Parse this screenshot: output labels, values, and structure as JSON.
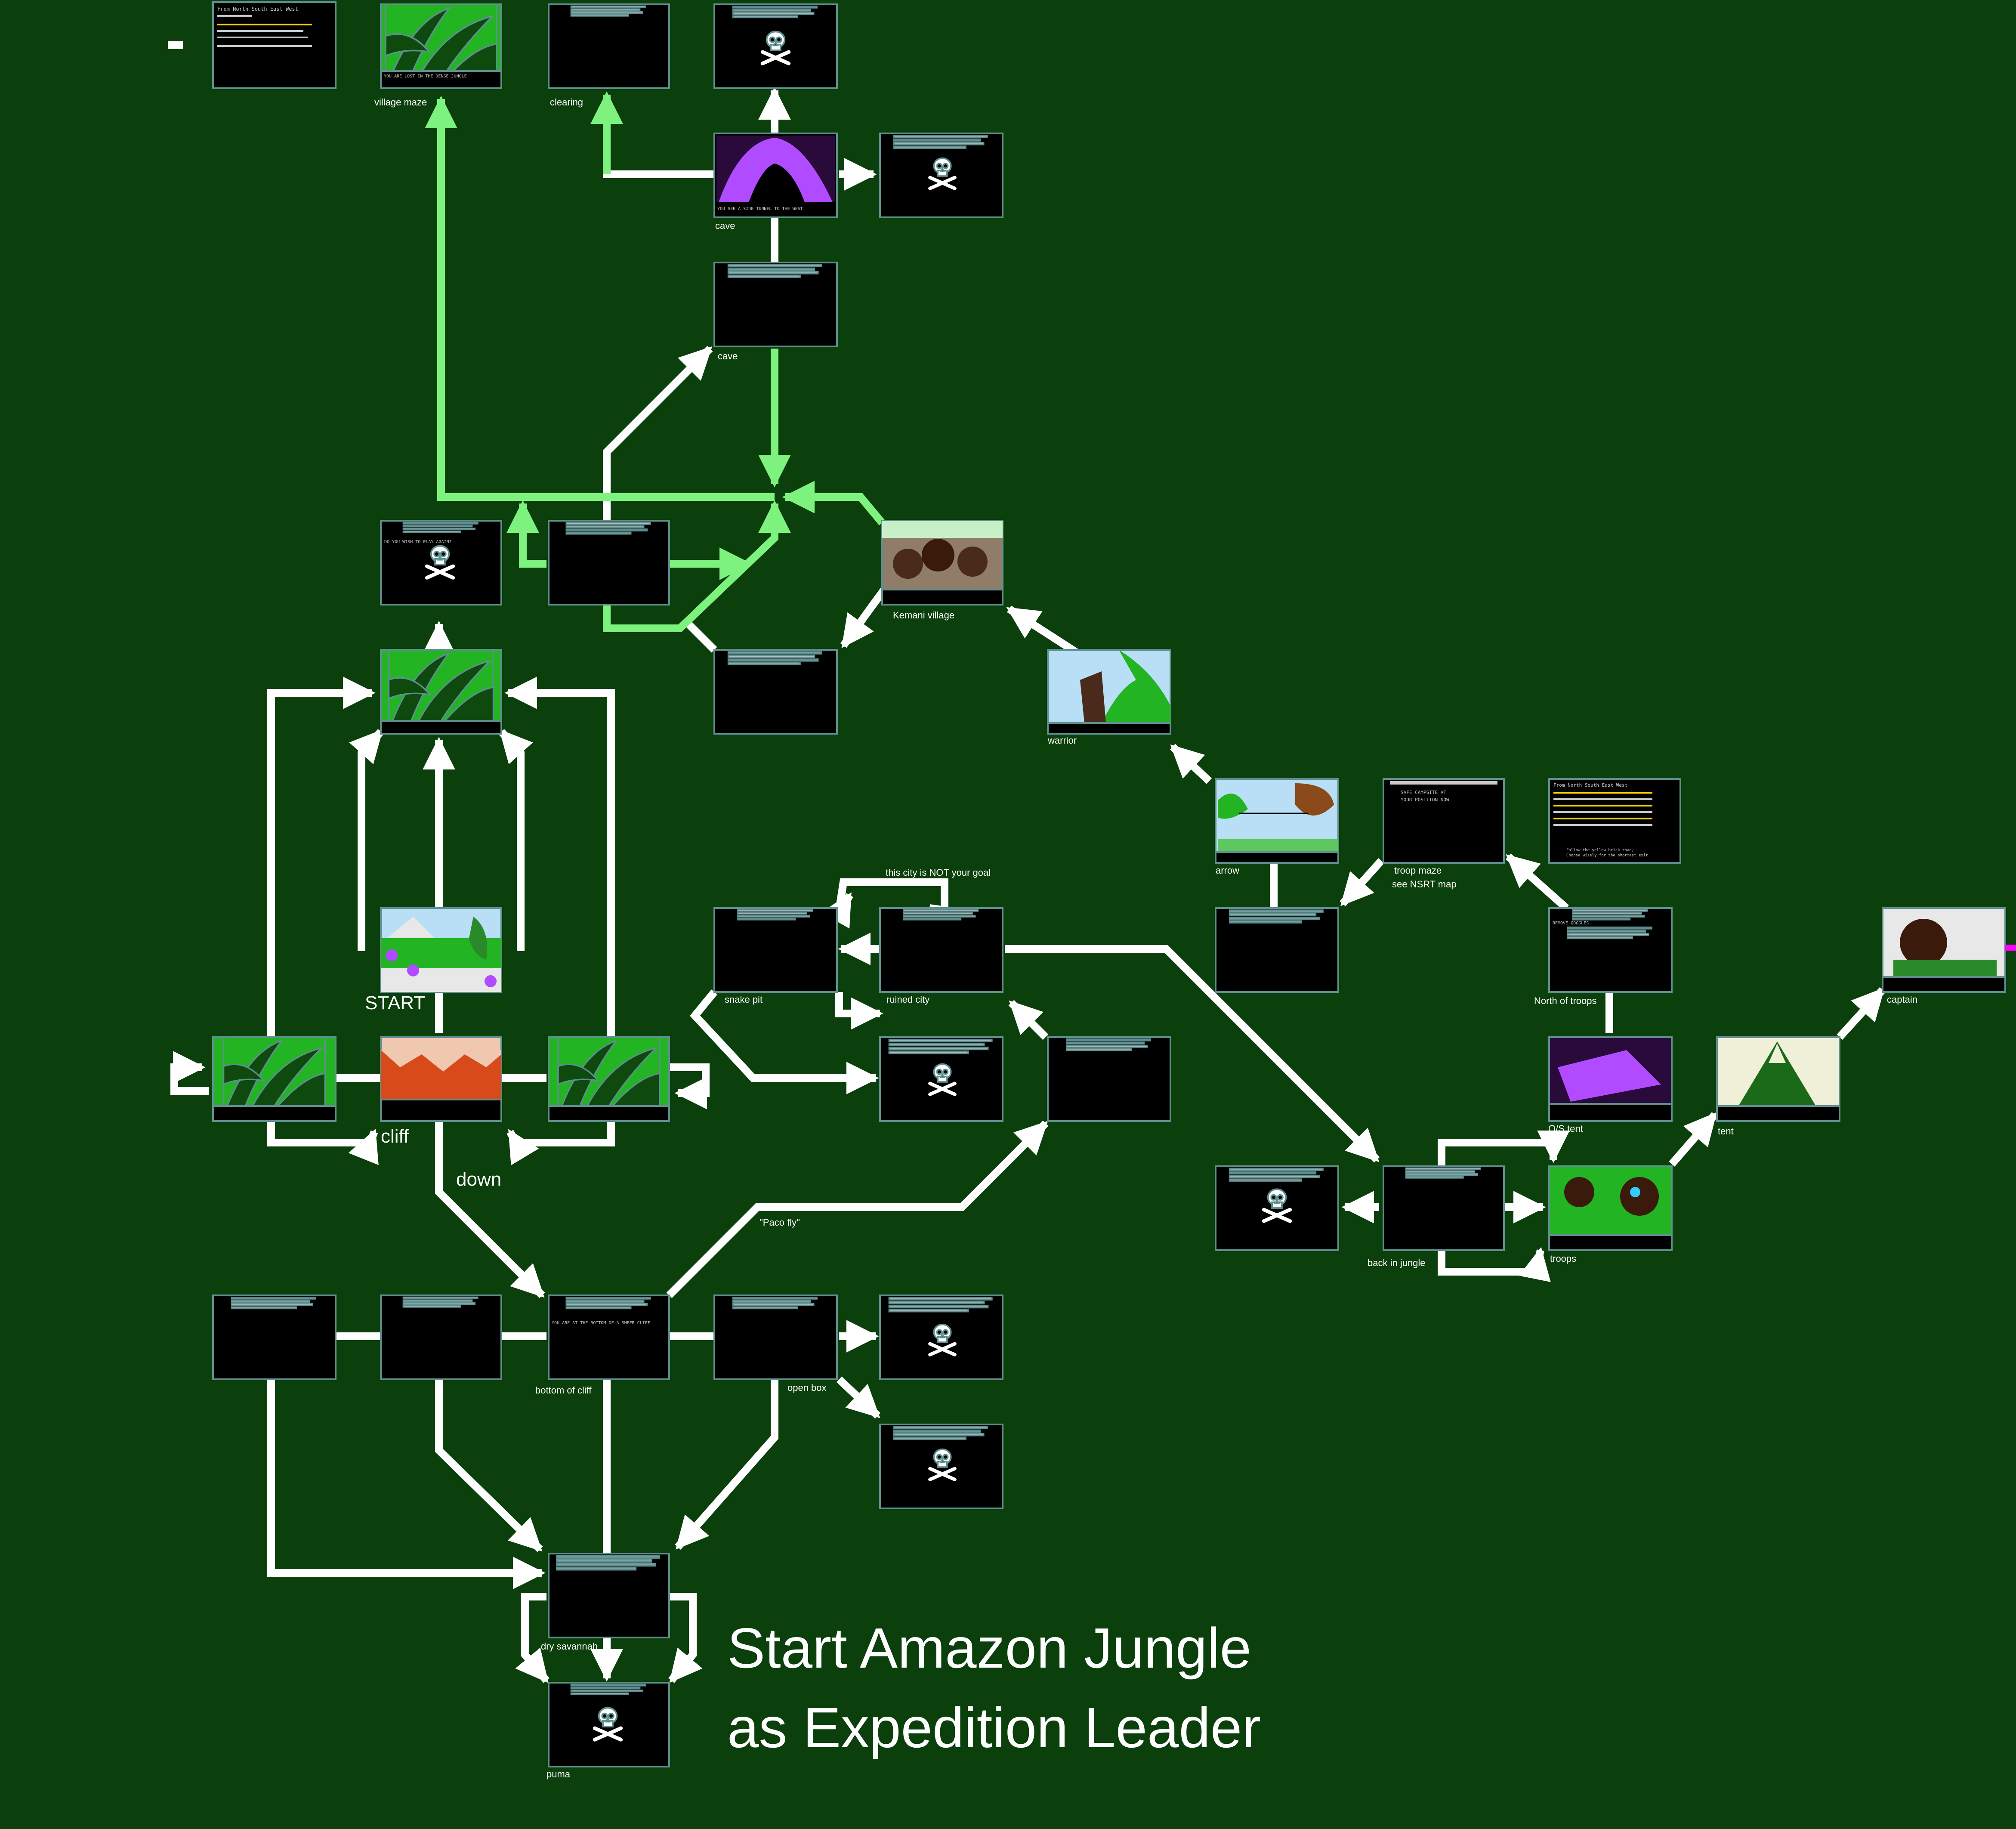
{
  "colors": {
    "background": "#0b3f0b",
    "arrow": "#ffffff",
    "path_highlight": "#7ef27e",
    "screen_border": "#5f8f8f",
    "screen": "#000000",
    "jungle": "#22b422",
    "mouth": "#ff00ff"
  },
  "title": {
    "line1": "Start Amazon Jungle",
    "line2": "as Expedition Leader"
  },
  "labels": {
    "village_maze": "village maze",
    "clearing": "clearing",
    "cave_top": "cave",
    "cave_mid": "cave",
    "kemani_village": "Kemani village",
    "warrior": "warrior",
    "arrow": "arrow",
    "troop_maze": "troop maze",
    "see_nsrt_map": "see NSRT map",
    "start": "START",
    "cliff": "cliff",
    "down": "down",
    "snake_pit": "snake pit",
    "ruined_city": "ruined city",
    "city_not_goal": "this city is NOT your goal",
    "north_of_troops": "North of troops",
    "os_tent": "O/S tent",
    "tent": "tent",
    "captain": "captain",
    "troops": "troops",
    "back_in_jungle": "back in jungle",
    "paco_fly": "\"Paco fly\"",
    "bottom_of_cliff": "bottom of cliff",
    "open_box": "open box",
    "dry_savannah": "dry savannah",
    "puma": "puma"
  },
  "screen_text": {
    "maze_table": "From  North  South  East  West",
    "lost_jungle": "YOU ARE LOST IN THE DENSE JUNGLE",
    "side_tunnel": "YOU SEE A SIDE TUNNEL TO THE WEST.",
    "play_again": "DO YOU WISH TO PLAY AGAIN?",
    "bottom_cliff": "YOU ARE AT THE BOTTOM OF A SHEER CLIFF",
    "safe_campsite": "SAFE CAMPSITE AT",
    "your_position": "YOUR POSITION NOW",
    "remove_goggles": "REMOVE GOGGLES"
  },
  "legend_maze": {
    "line1": "Follow the yellow brick road,",
    "line2": "Choose wisely for the shortest exit."
  }
}
